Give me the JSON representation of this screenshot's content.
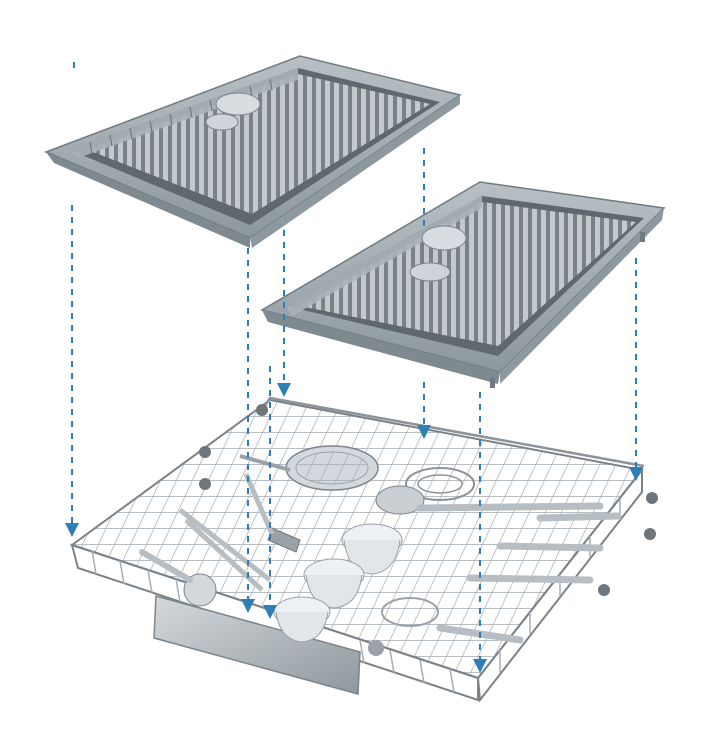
{
  "image": {
    "background": "#ffffff",
    "description_colors": {
      "tray_fill": "#98a3a9",
      "tray_dark": "#6f7a80",
      "tray_light": "#b9c2c7",
      "cutlery": "#c9ced2",
      "cutlery_shadow": "#7d858b",
      "wire": "#a7aeb3",
      "wire_dark": "#7b8288",
      "arrow": "#2f7fb5",
      "ceramic": "#eef1f3",
      "steel_plate": "#b7bec3"
    },
    "objects": [
      "cutlery-tray-left",
      "cutlery-tray-right",
      "wire-basket",
      "placement-arrows"
    ]
  }
}
